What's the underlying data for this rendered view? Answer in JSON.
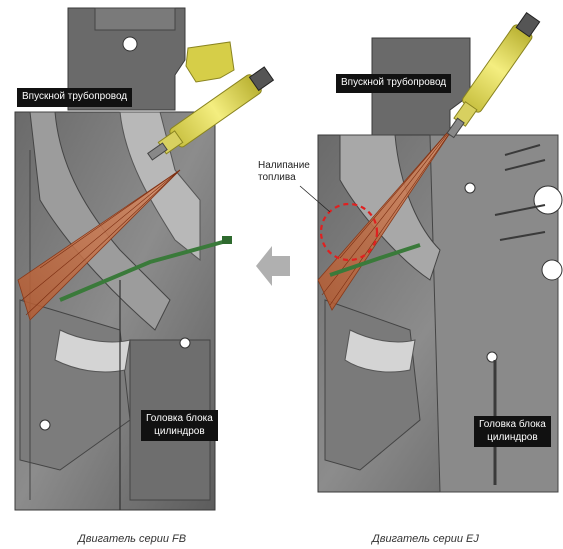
{
  "left_panel": {
    "intake_label": "Впускной трубопровод",
    "head_label_line1": "Головка блока",
    "head_label_line2": "цилиндров",
    "caption": "Двигатель серии FB"
  },
  "right_panel": {
    "intake_label": "Впускной трубопровод",
    "fuel_annot_line1": "Налипание",
    "fuel_annot_line2": "топлива",
    "head_label_line1": "Головка блока",
    "head_label_line2": "цилиндров",
    "caption": "Двигатель серии EJ"
  },
  "colors": {
    "metal_dark": "#5a5a5a",
    "metal_mid": "#8a8a8a",
    "metal_light": "#c8c8c8",
    "injector_yellow": "#e8e060",
    "spray_orange": "#c8643a",
    "valve_green": "#3a7a3a",
    "highlight_red": "#e02020",
    "arrow_gray": "#b0b0b0"
  }
}
